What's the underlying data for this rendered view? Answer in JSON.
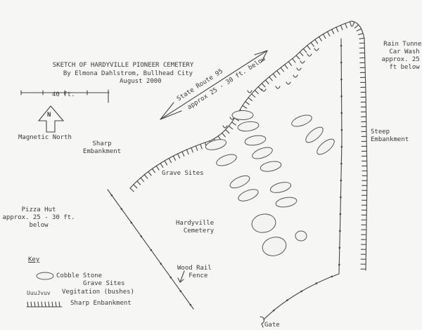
{
  "title": {
    "line1": "SKETCH OF HARDYVILLE PIONEER CEMETERY",
    "line2": "By Elmona Dahlstrom, Bullhead City",
    "line3": "August  2000"
  },
  "scale": {
    "label": "40 ft."
  },
  "north": {
    "letter": "N",
    "label": "Magnetic North"
  },
  "labels": {
    "sharp_embankment": [
      "Sharp",
      "Embankment"
    ],
    "route": "State Route 95",
    "route_depth": "approx 25 - 30 ft. below",
    "car_wash": [
      "Rain Tunnel",
      "Car Wash",
      "approx. 25 -",
      "ft below"
    ],
    "steep_embankment": [
      "Steep",
      "Embankment"
    ],
    "grave_sites": "Grave Sites",
    "pizza_hut": [
      "Pizza Hut",
      "approx. 25 - 30 ft.",
      "below"
    ],
    "cemetery": [
      "Hardyville",
      "Cemetery"
    ],
    "fence": [
      "Wood Rail",
      "Fence"
    ],
    "gate": "Gate"
  },
  "key": {
    "title": "Key",
    "items": [
      {
        "symbol": "cobblestone-oval-icon",
        "label": [
          "Cobble Stone",
          "Grave Sites"
        ]
      },
      {
        "symbol": "bush-icon",
        "label": [
          "Vegitation (bushes)"
        ]
      },
      {
        "symbol": "hatch-icon",
        "label": [
          "Sharp Enbankment"
        ]
      }
    ]
  },
  "grave_count": 17,
  "colors": {
    "ink": "#444444",
    "paper": "#f6f6f4"
  }
}
